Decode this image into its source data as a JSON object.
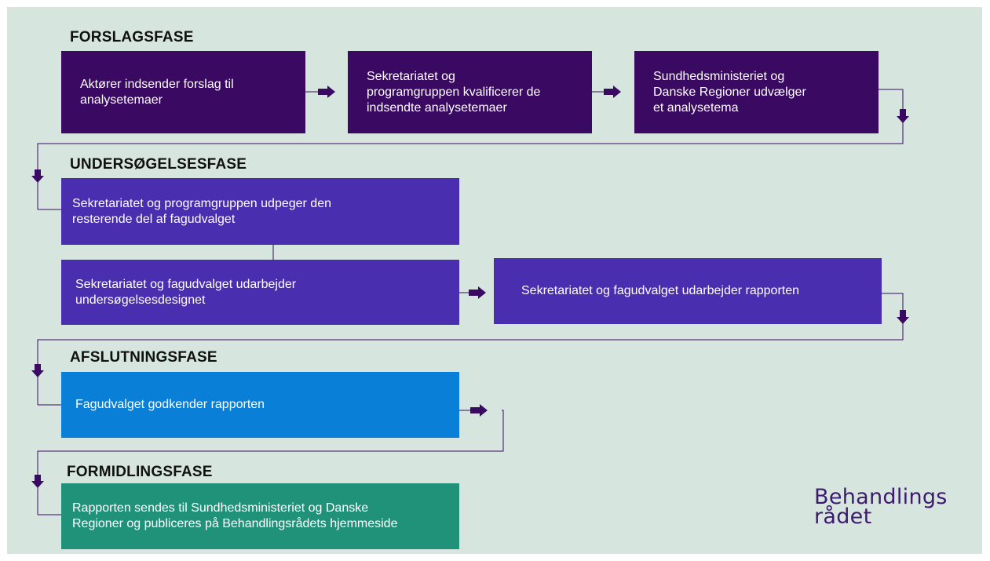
{
  "phases": [
    {
      "title": "FORSLAGSFASE"
    },
    {
      "title": "UNDERSØGELSESFASE"
    },
    {
      "title": "AFSLUTNINGSFASE"
    },
    {
      "title": "FORMIDLINGSFASE"
    }
  ],
  "steps": {
    "forslag_1": "Aktører indsender forslag til\nanalysetemaer",
    "forslag_2": "Sekretariatet og\nprogramgruppen kvalificerer de\nindsendte analysetemaer",
    "forslag_3": "Sundhedsministeriet og\nDanske Regioner udvælger\net analysetema",
    "undersog_1": "Sekretariatet og programgruppen udpeger den\nresterende del af fagudvalget",
    "undersog_2": "Sekretariatet og fagudvalget udarbejder\nundersøgelsesdesignet",
    "undersog_3": "Sekretariatet og fagudvalget udarbejder rapporten",
    "afslut_1": "Fagudvalget godkender rapporten",
    "formidl_1": "Rapporten sendes til Sundhedsministeriet og Danske\nRegioner og publiceres på Behandlingsrådets hjemmeside"
  },
  "logo": {
    "text": "Behandlings\nrådet",
    "color": "#3d1a6e"
  },
  "colors": {
    "background": "#d6e6de",
    "forslag": "#3a0a63",
    "undersog": "#4a2eb0",
    "afslut": "#0a7fd8",
    "formidl": "#20927a",
    "arrow": "#3a0a63"
  }
}
